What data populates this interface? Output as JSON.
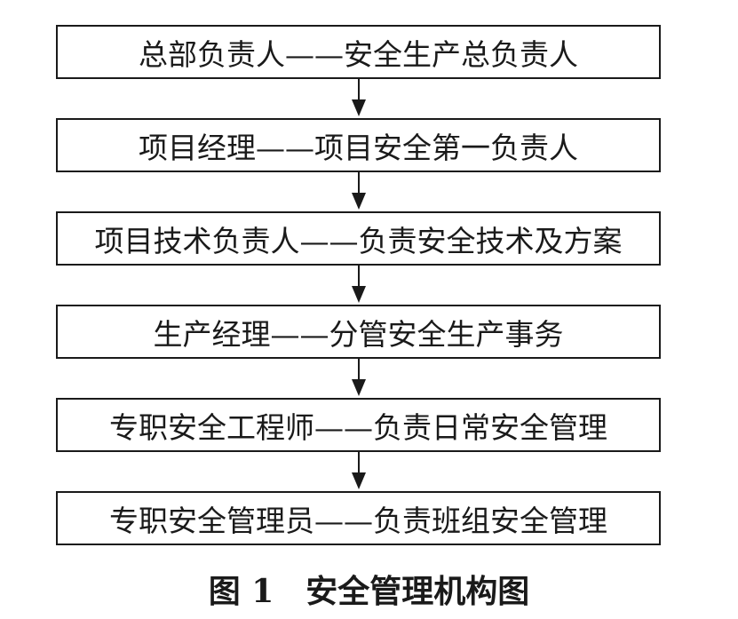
{
  "diagram": {
    "boxes": [
      {
        "label": "总部负责人——安全生产总负责人"
      },
      {
        "label": "项目经理——项目安全第一负责人"
      },
      {
        "label": "项目技术负责人——负责安全技术及方案"
      },
      {
        "label": "生产经理——分管安全生产事务"
      },
      {
        "label": "专职安全工程师——负责日常安全管理"
      },
      {
        "label": "专职安全管理员——负责班组安全管理"
      }
    ],
    "caption": "图 1　安全管理机构图"
  }
}
